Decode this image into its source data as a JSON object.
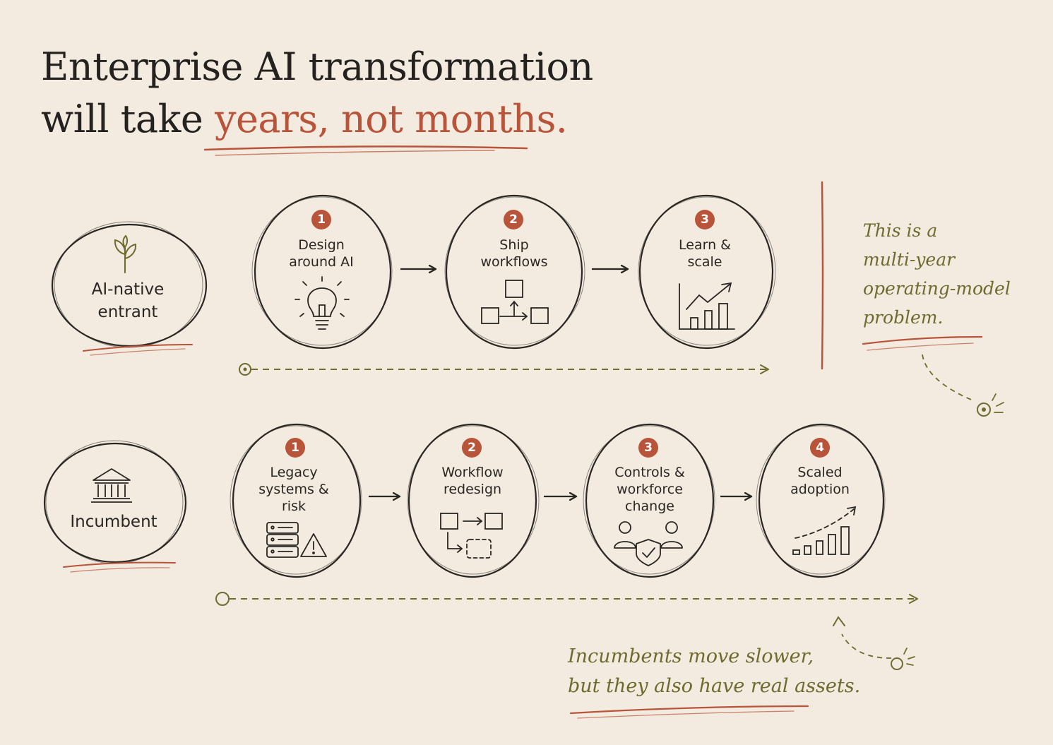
{
  "title": {
    "line1": "Enterprise AI transformation",
    "line2_prefix": "will take ",
    "line2_accent": "years, not months."
  },
  "colors": {
    "background": "#f3ebe0",
    "ink": "#2a2622",
    "accent": "#b8543a",
    "note_olive": "#6f6a2e"
  },
  "ai_native": {
    "label": "AI-native\nentrant",
    "icon": "sprout-icon",
    "steps": [
      {
        "number": "1",
        "label": "Design\naround AI",
        "icon": "lightbulb-icon"
      },
      {
        "number": "2",
        "label": "Ship\nworkflows",
        "icon": "workflow-boxes-icon"
      },
      {
        "number": "3",
        "label": "Learn &\nscale",
        "icon": "growth-chart-icon"
      }
    ]
  },
  "incumbent": {
    "label": "Incumbent",
    "icon": "bank-building-icon",
    "steps": [
      {
        "number": "1",
        "label": "Legacy\nsystems &\nrisk",
        "icon": "server-warning-icon"
      },
      {
        "number": "2",
        "label": "Workflow\nredesign",
        "icon": "workflow-redesign-icon"
      },
      {
        "number": "3",
        "label": "Controls &\nworkforce\nchange",
        "icon": "people-shield-icon"
      },
      {
        "number": "4",
        "label": "Scaled\nadoption",
        "icon": "rising-bars-icon"
      }
    ]
  },
  "notes": {
    "top_right": "This is a\nmulti-year\noperating-model\nproblem.",
    "bottom": "Incumbents move slower,\nbut they also have real assets."
  }
}
